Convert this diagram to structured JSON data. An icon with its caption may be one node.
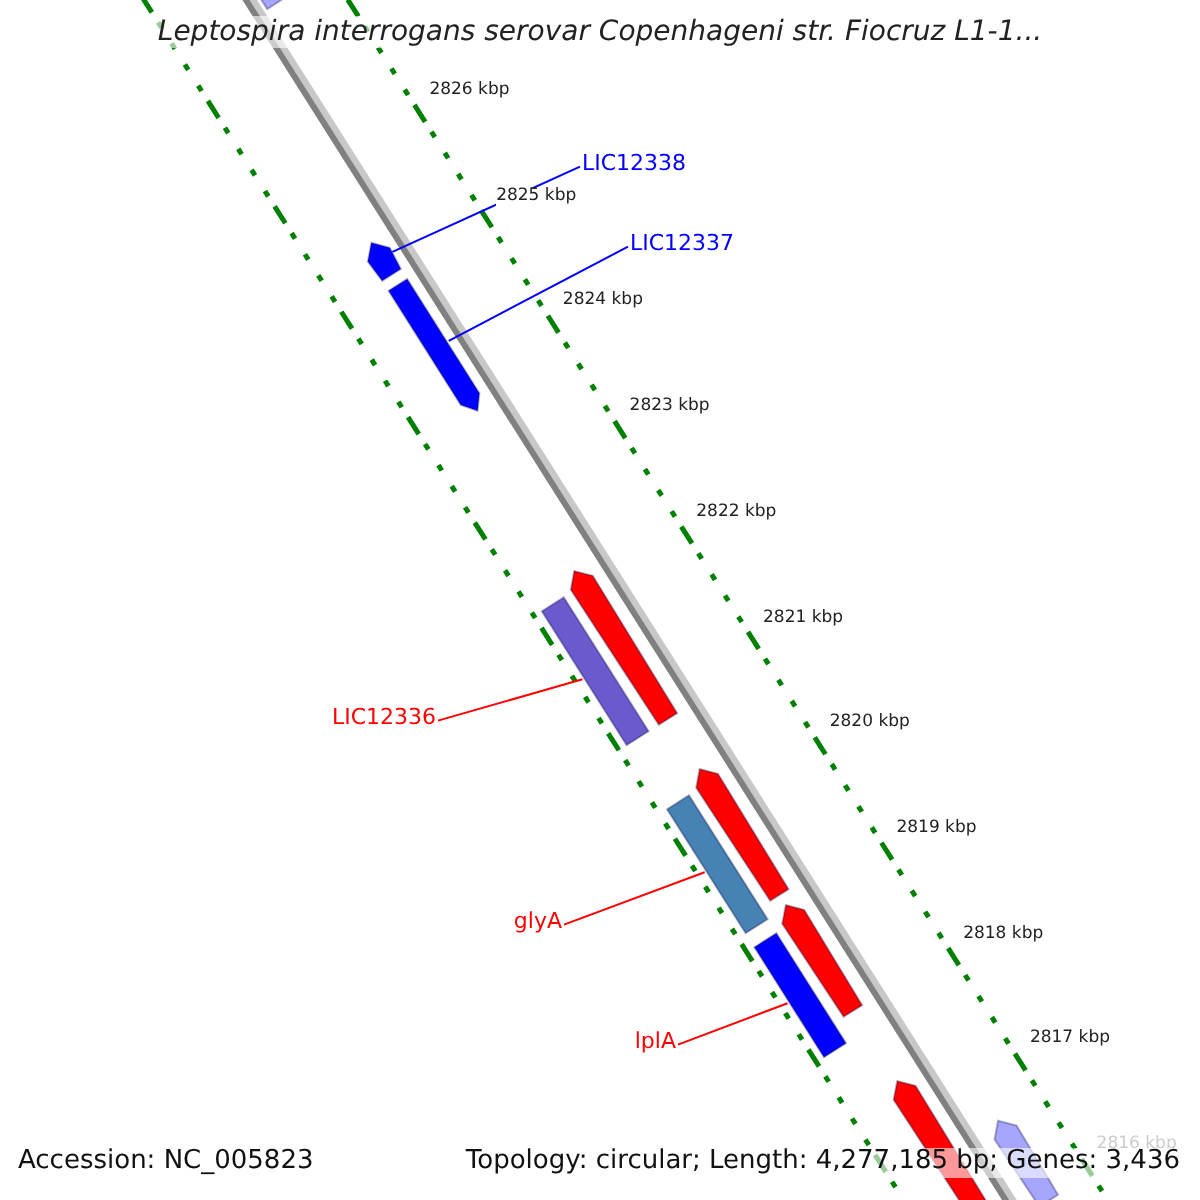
{
  "diagram": {
    "title": "Leptospira interrogans serovar Copenhageni str. Fiocruz L1-1...",
    "nodes": [
      {
        "text": [],
        "shape": "bar"
      },
      {
        "text": [
          "LIC12338"
        ]
      },
      {
        "text": [],
        "shape": "arrow"
      },
      {
        "text": [
          "LIC12337"
        ]
      },
      {
        "text": [],
        "shape": "arrow"
      },
      {
        "text": [],
        "shape": "arrow"
      },
      {
        "text": [],
        "shape": "bar"
      },
      {
        "text": [
          "LIC12336"
        ]
      },
      {
        "text": [],
        "shape": "arrow"
      },
      {
        "text": [],
        "shape": "bar"
      },
      {
        "text": [
          "glyA"
        ]
      },
      {
        "text": [],
        "shape": "arrow"
      },
      {
        "text": [],
        "shape": "bar"
      },
      {
        "text": [
          "lplA"
        ]
      },
      {
        "text": [],
        "shape": "arrow"
      },
      {
        "text": [],
        "shape": "arrow"
      }
    ],
    "edges": [
      {
        "from": 1,
        "to": 2,
        "arrow": "none",
        "color": "#0000ff"
      },
      {
        "from": 3,
        "to": 4,
        "arrow": "none",
        "color": "#0000ff"
      },
      {
        "from": 7,
        "to": 6,
        "arrow": "none"
      },
      {
        "from": 10,
        "to": 9,
        "arrow": "none"
      },
      {
        "from": 13,
        "to": 12,
        "arrow": "none"
      }
    ],
    "labels": [
      "2826 kbp",
      "2825 kbp",
      "2824 kbp",
      "2823 kbp",
      "2822 kbp",
      "2821 kbp",
      "2820 kbp",
      "2819 kbp",
      "2818 kbp",
      "2817 kbp",
      "2816 kbp",
      "Accession: NC_005823",
      "Topology: circular; Length: 4,277,185 bp; Genes: 3,436"
    ]
  }
}
